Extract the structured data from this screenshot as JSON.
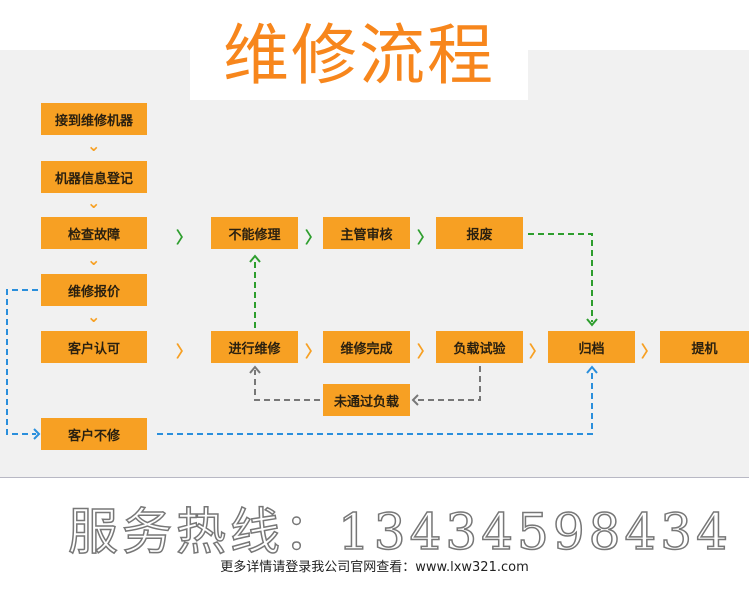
{
  "title": "维修流程",
  "steps": {
    "receive": "接到维修机器",
    "register": "机器信息登记",
    "inspect": "检查故障",
    "quote": "维修报价",
    "approve": "客户认可",
    "decline": "客户不修",
    "cannot_repair": "不能修理",
    "supervisor": "主管审核",
    "scrap": "报废",
    "repairing": "进行维修",
    "repaired": "维修完成",
    "load_test": "负载试验",
    "archive": "归档",
    "pickup": "提机",
    "failed_load": "未通过负载"
  },
  "hotline": "服务热线：13434598434",
  "footer": "更多详情请登录我公司官网查看：www.lxw321.com",
  "colors": {
    "orange": "#f7a023",
    "title": "#f7861c",
    "green": "#2e9e2e",
    "blue": "#2a8fdc",
    "gray": "#777777"
  }
}
